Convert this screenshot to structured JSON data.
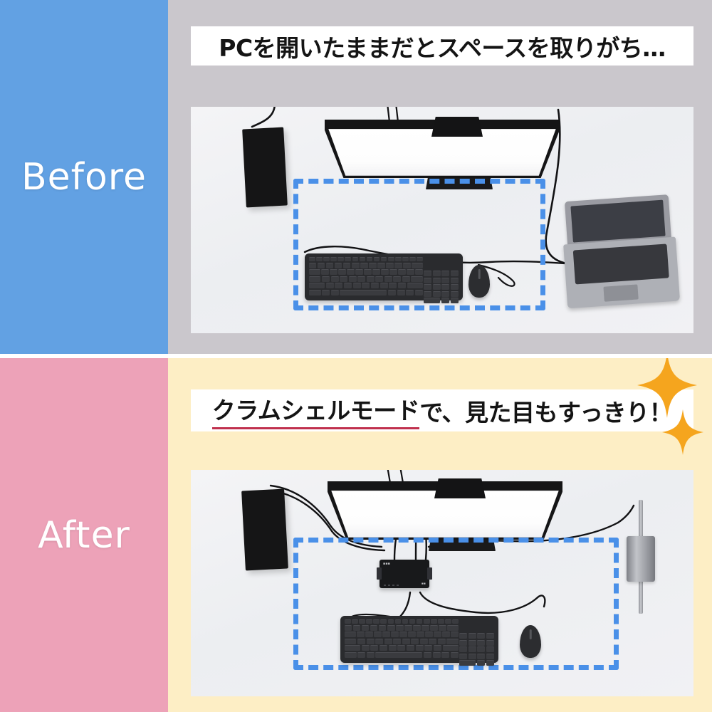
{
  "page": {
    "layout": "before-after-comparison",
    "divider_color": "#ffffff"
  },
  "before": {
    "label": "Before",
    "label_color": "#ffffff",
    "sidebar_color": "#62a1e3",
    "pane_color": "#cac7cc",
    "caption": "PCを開いたままだとスペースを取りがち…",
    "caption_bg": "#ffffff",
    "caption_color": "#141414",
    "highlight_color": "#4a90e8",
    "scene": {
      "desk_color": "#f1f1f4",
      "items": [
        {
          "name": "pc-tower",
          "color": "#151516"
        },
        {
          "name": "external-monitor",
          "color": "#151516",
          "screen_color": "#ffffff"
        },
        {
          "name": "usb-keyboard",
          "color": "#2a2b2e"
        },
        {
          "name": "usb-mouse",
          "color": "#2c2d30"
        },
        {
          "name": "open-laptop",
          "color": "#aeb0b6",
          "state": "open"
        }
      ]
    }
  },
  "after": {
    "label": "After",
    "label_color": "#ffffff",
    "sidebar_color": "#eda2b8",
    "pane_color": "#fdeec5",
    "caption_part1": "クラムシェルモード",
    "caption_part2": "で、見た目もすっきり！",
    "caption_underline_color": "#c0304d",
    "caption_bg": "#ffffff",
    "caption_color": "#141414",
    "highlight_color": "#4a90e8",
    "sparkle_color": "#f5a51e",
    "scene": {
      "desk_color": "#f1f1f4",
      "items": [
        {
          "name": "pc-tower",
          "color": "#151516"
        },
        {
          "name": "external-monitor",
          "color": "#151516",
          "screen_color": "#ffffff"
        },
        {
          "name": "docking-station",
          "color": "#18191b"
        },
        {
          "name": "usb-keyboard",
          "color": "#2a2b2e"
        },
        {
          "name": "usb-mouse",
          "color": "#2c2d30"
        },
        {
          "name": "vertical-laptop-stand",
          "color": "#9b9da3",
          "state": "closed"
        },
        {
          "name": "sparkle-large",
          "color": "#f5a51e"
        },
        {
          "name": "sparkle-small",
          "color": "#f5a51e"
        }
      ]
    }
  }
}
